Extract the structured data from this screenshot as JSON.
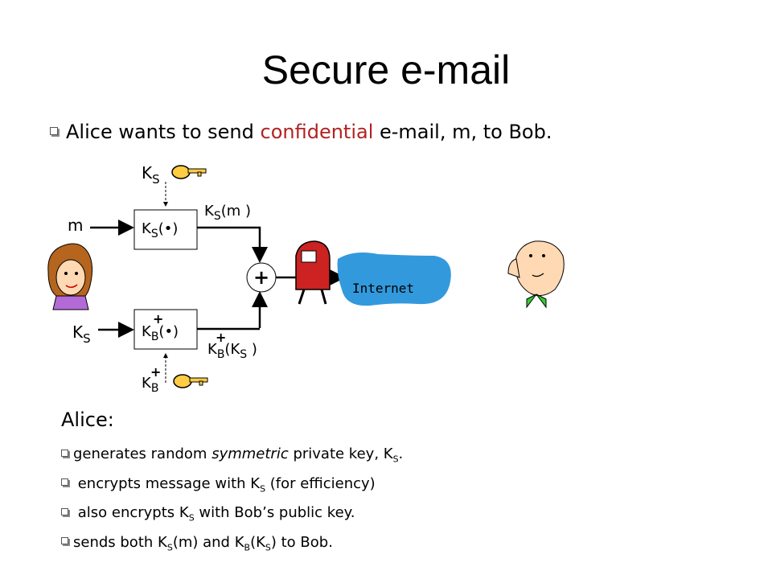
{
  "title": "Secure e-mail",
  "intro": {
    "before": "Alice wants to send ",
    "highlight": "confidential",
    "after": " e-mail, m, to Bob."
  },
  "diagram": {
    "key_top": {
      "base": "K",
      "sub": "S"
    },
    "box_top": {
      "base": "K",
      "sub": "S",
      "arg": "(•)"
    },
    "input_m": "m",
    "output_top": {
      "base": "K",
      "sub": "S",
      "arg": "(m )"
    },
    "plus": "+",
    "internet": "Internet",
    "input_ks": {
      "base": "K",
      "sub": "S"
    },
    "box_bottom": {
      "base": "K",
      "sub": "B",
      "sup": "+",
      "arg": "(•)"
    },
    "output_bottom": {
      "base": "K",
      "sub": "B",
      "sup": "+",
      "arg": "(K",
      "arg_sub": "S",
      "close": " )"
    },
    "key_bottom": {
      "base": "K",
      "sub": "B",
      "sup": "+"
    }
  },
  "alice": {
    "heading": "Alice:",
    "step1": {
      "a": "generates random ",
      "italic": "symmetric",
      "b": " private key, K",
      "sub": "S",
      "c": "."
    },
    "step2": {
      "a": " encrypts message with K",
      "sub": "S",
      "b": " (for efficiency)"
    },
    "step3": {
      "a": " also encrypts K",
      "sub": "S",
      "b": " with Bob’s public key."
    },
    "step4": {
      "a": "sends both K",
      "sub1": "S",
      "b": "(m) and K",
      "sub2": "B",
      "c": "(K",
      "sub3": "S",
      "d": ") to Bob."
    }
  }
}
